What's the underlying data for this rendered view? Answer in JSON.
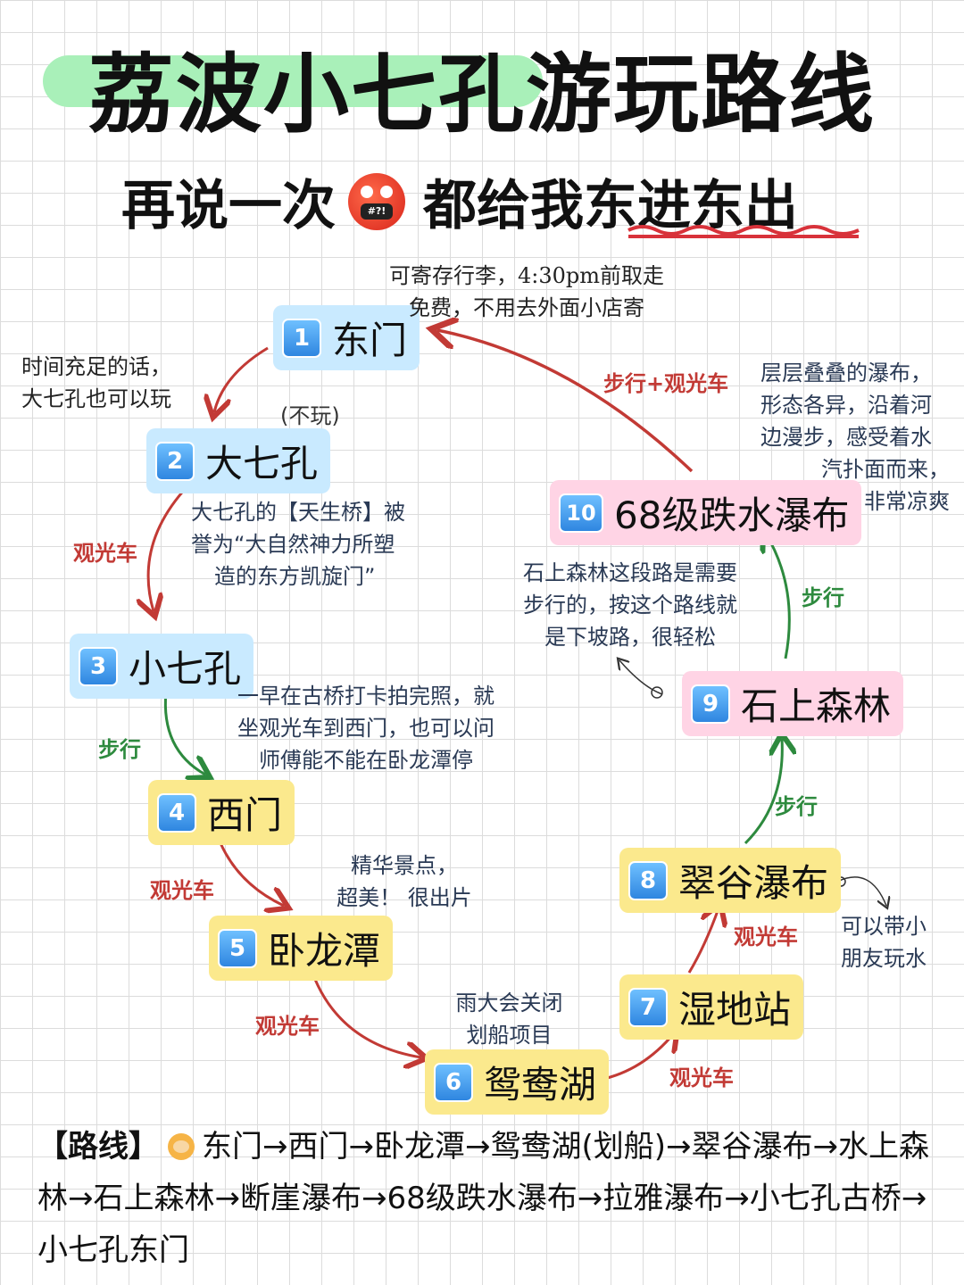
{
  "title": "荔波小七孔游玩路线",
  "subtitle": {
    "prefix": "再说一次",
    "emoji": "angry-face-icon",
    "emoji_text": "#?!",
    "suffix_plain": "都给我",
    "suffix_underlined": "东进东出"
  },
  "nodes": [
    {
      "num": "1",
      "label": "东门"
    },
    {
      "num": "2",
      "label": "大七孔"
    },
    {
      "num": "3",
      "label": "小七孔"
    },
    {
      "num": "4",
      "label": "西门"
    },
    {
      "num": "5",
      "label": "卧龙潭"
    },
    {
      "num": "6",
      "label": "鸳鸯湖"
    },
    {
      "num": "7",
      "label": "湿地站"
    },
    {
      "num": "8",
      "label": "翠谷瀑布"
    },
    {
      "num": "9",
      "label": "石上森林"
    },
    {
      "num": "10",
      "label": "68级跌水瀑布"
    }
  ],
  "transport": {
    "e1_2": "",
    "e2_3": "观光车",
    "e3_4": "步行",
    "e4_5": "观光车",
    "e5_6": "观光车",
    "e6_7": "观光车",
    "e7_8": "观光车",
    "e8_9": "步行",
    "e9_10": "步行",
    "e10_1": "步行+观光车"
  },
  "notes": {
    "east_gate_line1": "可寄存行李，4:30pm前取走",
    "east_gate_line2": "免费，不用去外面小店寄",
    "big_seven_hole_line1": "时间充足的话，",
    "big_seven_hole_line2": "大七孔也可以玩",
    "not_play": "(不玩)",
    "tiansheng_line1": "大七孔的【天生桥】被",
    "tiansheng_line2": "誉为“大自然神力所塑",
    "tiansheng_line3": "造的东方凯旋门”",
    "morning_line1": "一早在古桥打卡拍完照，就",
    "morning_line2": "坐观光车到西门，也可以问",
    "morning_line3": "师傅能不能在卧龙潭停",
    "wolong_line1": "精华景点，",
    "wolong_line2": "超美！ 很出片",
    "yuanyang_line1": "雨大会关闭",
    "yuanyang_line2": "划船项目",
    "cuigu_line1": "可以带小",
    "cuigu_line2": "朋友玩水",
    "forest_line1": "石上森林这段路是需要",
    "forest_line2": "步行的，按这个路线就",
    "forest_line3": "是下坡路，很轻松",
    "falls_line1": "层层叠叠的瀑布，",
    "falls_line2": "形态各异，沿着河",
    "falls_line3": "边漫步，感受着水",
    "falls_line4": "汽扑面而来，",
    "falls_line5": "非常凉爽"
  },
  "route": {
    "heading": "【路线】",
    "icon": "person-raising-hand-icon",
    "text": "东门→西门→卧龙潭→鸳鸯湖(划船)→翠谷瀑布→水上森林→石上森林→断崖瀑布→68级跌水瀑布→拉雅瀑布→小七孔古桥→小七孔东门"
  },
  "colors": {
    "arrow_red": "#c23a35",
    "arrow_green": "#2d8a3e",
    "node_blue": "#c9eaff",
    "node_yellow": "#fbe98d",
    "node_pink": "#ffd4e5",
    "title_highlight": "#a9f0b9"
  }
}
